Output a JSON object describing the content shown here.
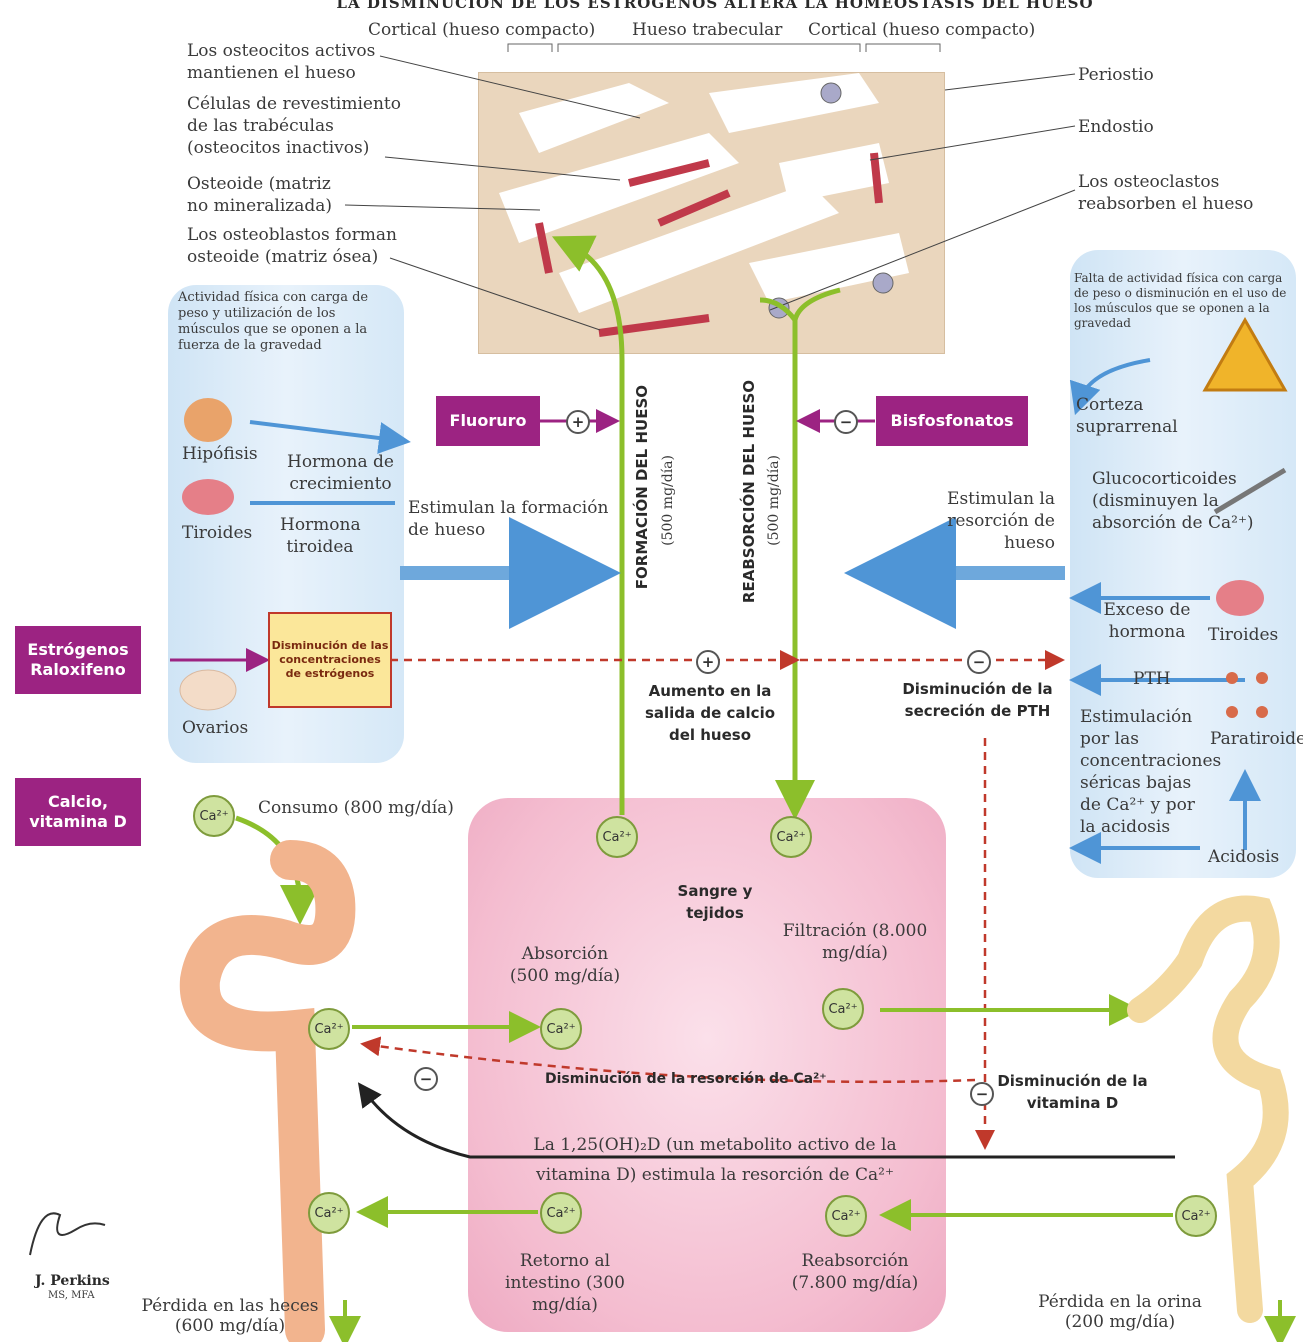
{
  "title": "LA DISMINUCIÓN DE LOS ESTRÓGENOS ALTERA LA HOMEOSTASIS DEL HUESO",
  "bone_section": {
    "cortical_left": "Cortical (hueso compacto)",
    "trabecular": "Hueso trabecular",
    "cortical_right": "Cortical (hueso compacto)",
    "osteocytes_active": "Los osteocitos activos mantienen el hueso",
    "lining_cells": "Células de revestimiento de las trabéculas (osteocitos inactivos)",
    "osteoid": "Osteoide (matriz no mineralizada)",
    "osteoblasts": "Los osteoblastos forman osteoide (matriz ósea)",
    "periosteum": "Periostio",
    "endosteum": "Endostio",
    "osteoclasts": "Los osteoclastos reabsorben el hueso"
  },
  "left_panel": {
    "activity": "Actividad física con carga de peso y utilización de los músculos que se oponen a la fuerza de la gravedad",
    "pituitary": "Hipófisis",
    "growth_hormone": "Hormona de crecimiento",
    "thyroid": "Tiroides",
    "thyroid_hormone": "Hormona tiroidea",
    "stimulate_formation": "Estimulan la formación de hueso",
    "estrogen_decrease": "Disminución de las concentraciones de estrógenos",
    "ovaries": "Ovarios"
  },
  "right_panel": {
    "inactivity": "Falta de actividad física con carga de peso o disminución en el uso de los músculos que se oponen a la gravedad",
    "adrenal": "Corteza suprarrenal",
    "glucocorticoids": "Glucocorticoides (disminuyen la absorción de Ca²⁺)",
    "stimulate_resorption": "Estimulan la resorción de hueso",
    "excess_hormone": "Exceso de hormona",
    "thyroid": "Tiroides",
    "pth": "PTH",
    "stimulation": "Estimulación por las concentraciones séricas bajas de Ca²⁺ y por la acidosis",
    "parathyroids": "Paratiroides",
    "acidosis": "Acidosis"
  },
  "drugs": {
    "fluoride": "Fluoruro",
    "bisphosphonates": "Bisfosfonatos",
    "estrogens": "Estrógenos Raloxifeno",
    "calcium": "Calcio, vitamina D"
  },
  "flows": {
    "formation": "FORMACIÓN DEL HUESO",
    "formation_rate": "(500 mg/día)",
    "resorption": "REABSORCIÓN DEL HUESO",
    "resorption_rate": "(500 mg/día)",
    "calcium_output": "Aumento en la salida de calcio del hueso",
    "pth_decrease": "Disminución de la secreción de PTH",
    "intake": "Consumo (800 mg/día)",
    "blood": "Sangre y tejidos",
    "absorption": "Absorción (500 mg/día)",
    "filtration": "Filtración (8.000 mg/día)",
    "resorption_decrease": "Disminución de la resorción de Ca²⁺",
    "vitd_decrease": "Disminución de la vitamina D",
    "vitd_note": "La 1,25(OH)₂D (un metabolito activo de la vitamina D) estimula la resorción de Ca²⁺",
    "return": "Retorno al intestino (300 mg/día)",
    "reabsorption": "Reabsorción (7.800 mg/día)",
    "feces_loss": "Pérdida en las heces (600 mg/día)",
    "urine_loss": "Pérdida en la orina (200 mg/día)"
  },
  "ion": "Ca²⁺",
  "signs": {
    "plus": "+",
    "minus": "−"
  },
  "signature": {
    "name": "J. Perkins",
    "credentials": "MS, MFA"
  },
  "colors": {
    "drug_box": "#9c2382",
    "green_arrow": "#8cbf2b",
    "blue_arrow": "#4f95d6",
    "inhibit_dashed": "#c0392b",
    "blood_panel": "#f4bdd0"
  }
}
